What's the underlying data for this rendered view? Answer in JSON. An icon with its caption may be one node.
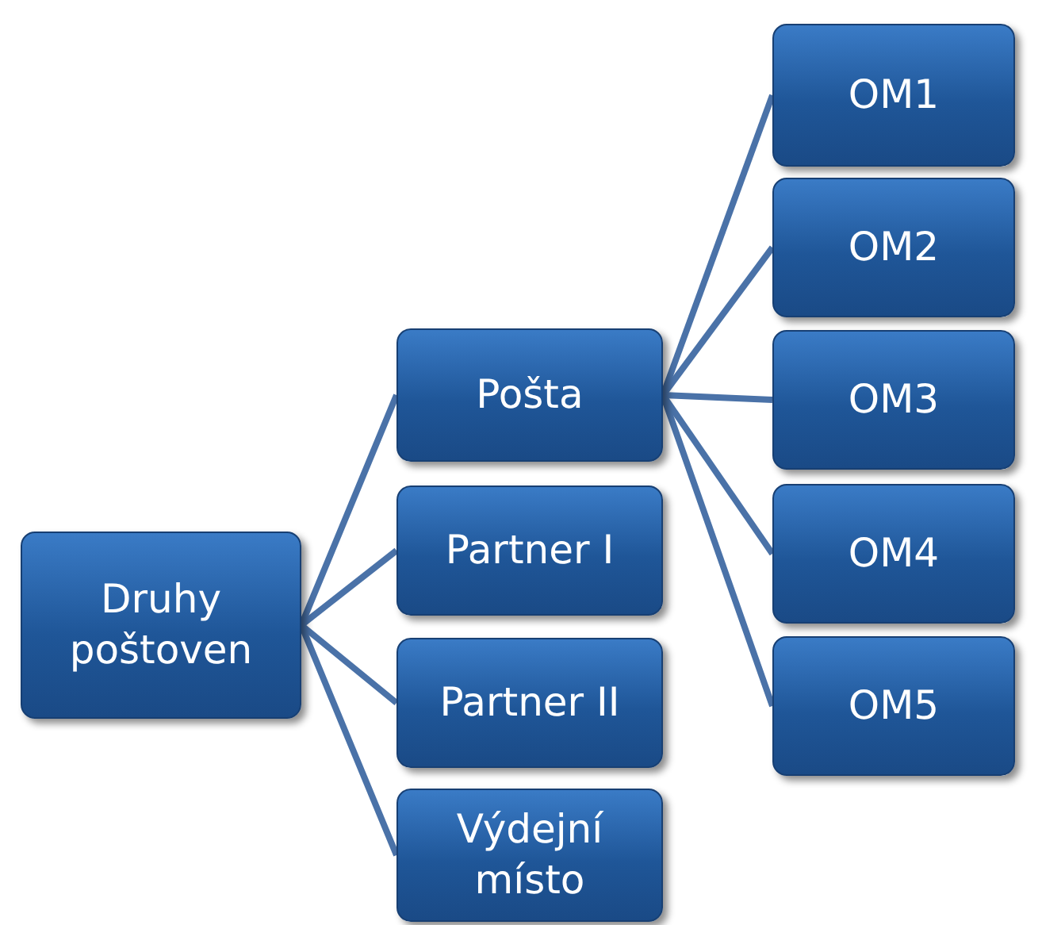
{
  "diagram": {
    "nodes": [
      {
        "text": [
          "Druhy poštoven"
        ]
      },
      {
        "text": [
          "Pošta"
        ]
      },
      {
        "text": [
          "Partner I"
        ]
      },
      {
        "text": [
          "Partner II"
        ]
      },
      {
        "text": [
          "Výdejní místo"
        ]
      },
      {
        "text": [
          "OM1"
        ]
      },
      {
        "text": [
          "OM2"
        ]
      },
      {
        "text": [
          "OM3"
        ]
      },
      {
        "text": [
          "OM4"
        ]
      },
      {
        "text": [
          "OM5"
        ]
      }
    ],
    "edges": [
      {
        "from": 0,
        "to": 1,
        "arrow": "none"
      },
      {
        "from": 0,
        "to": 2,
        "arrow": "none"
      },
      {
        "from": 0,
        "to": 3,
        "arrow": "none"
      },
      {
        "from": 0,
        "to": 4,
        "arrow": "none"
      },
      {
        "from": 1,
        "to": 5,
        "arrow": "none"
      },
      {
        "from": 1,
        "to": 6,
        "arrow": "none"
      },
      {
        "from": 1,
        "to": 7,
        "arrow": "none"
      },
      {
        "from": 1,
        "to": 8,
        "arrow": "none"
      },
      {
        "from": 1,
        "to": 9,
        "arrow": "none"
      }
    ]
  }
}
